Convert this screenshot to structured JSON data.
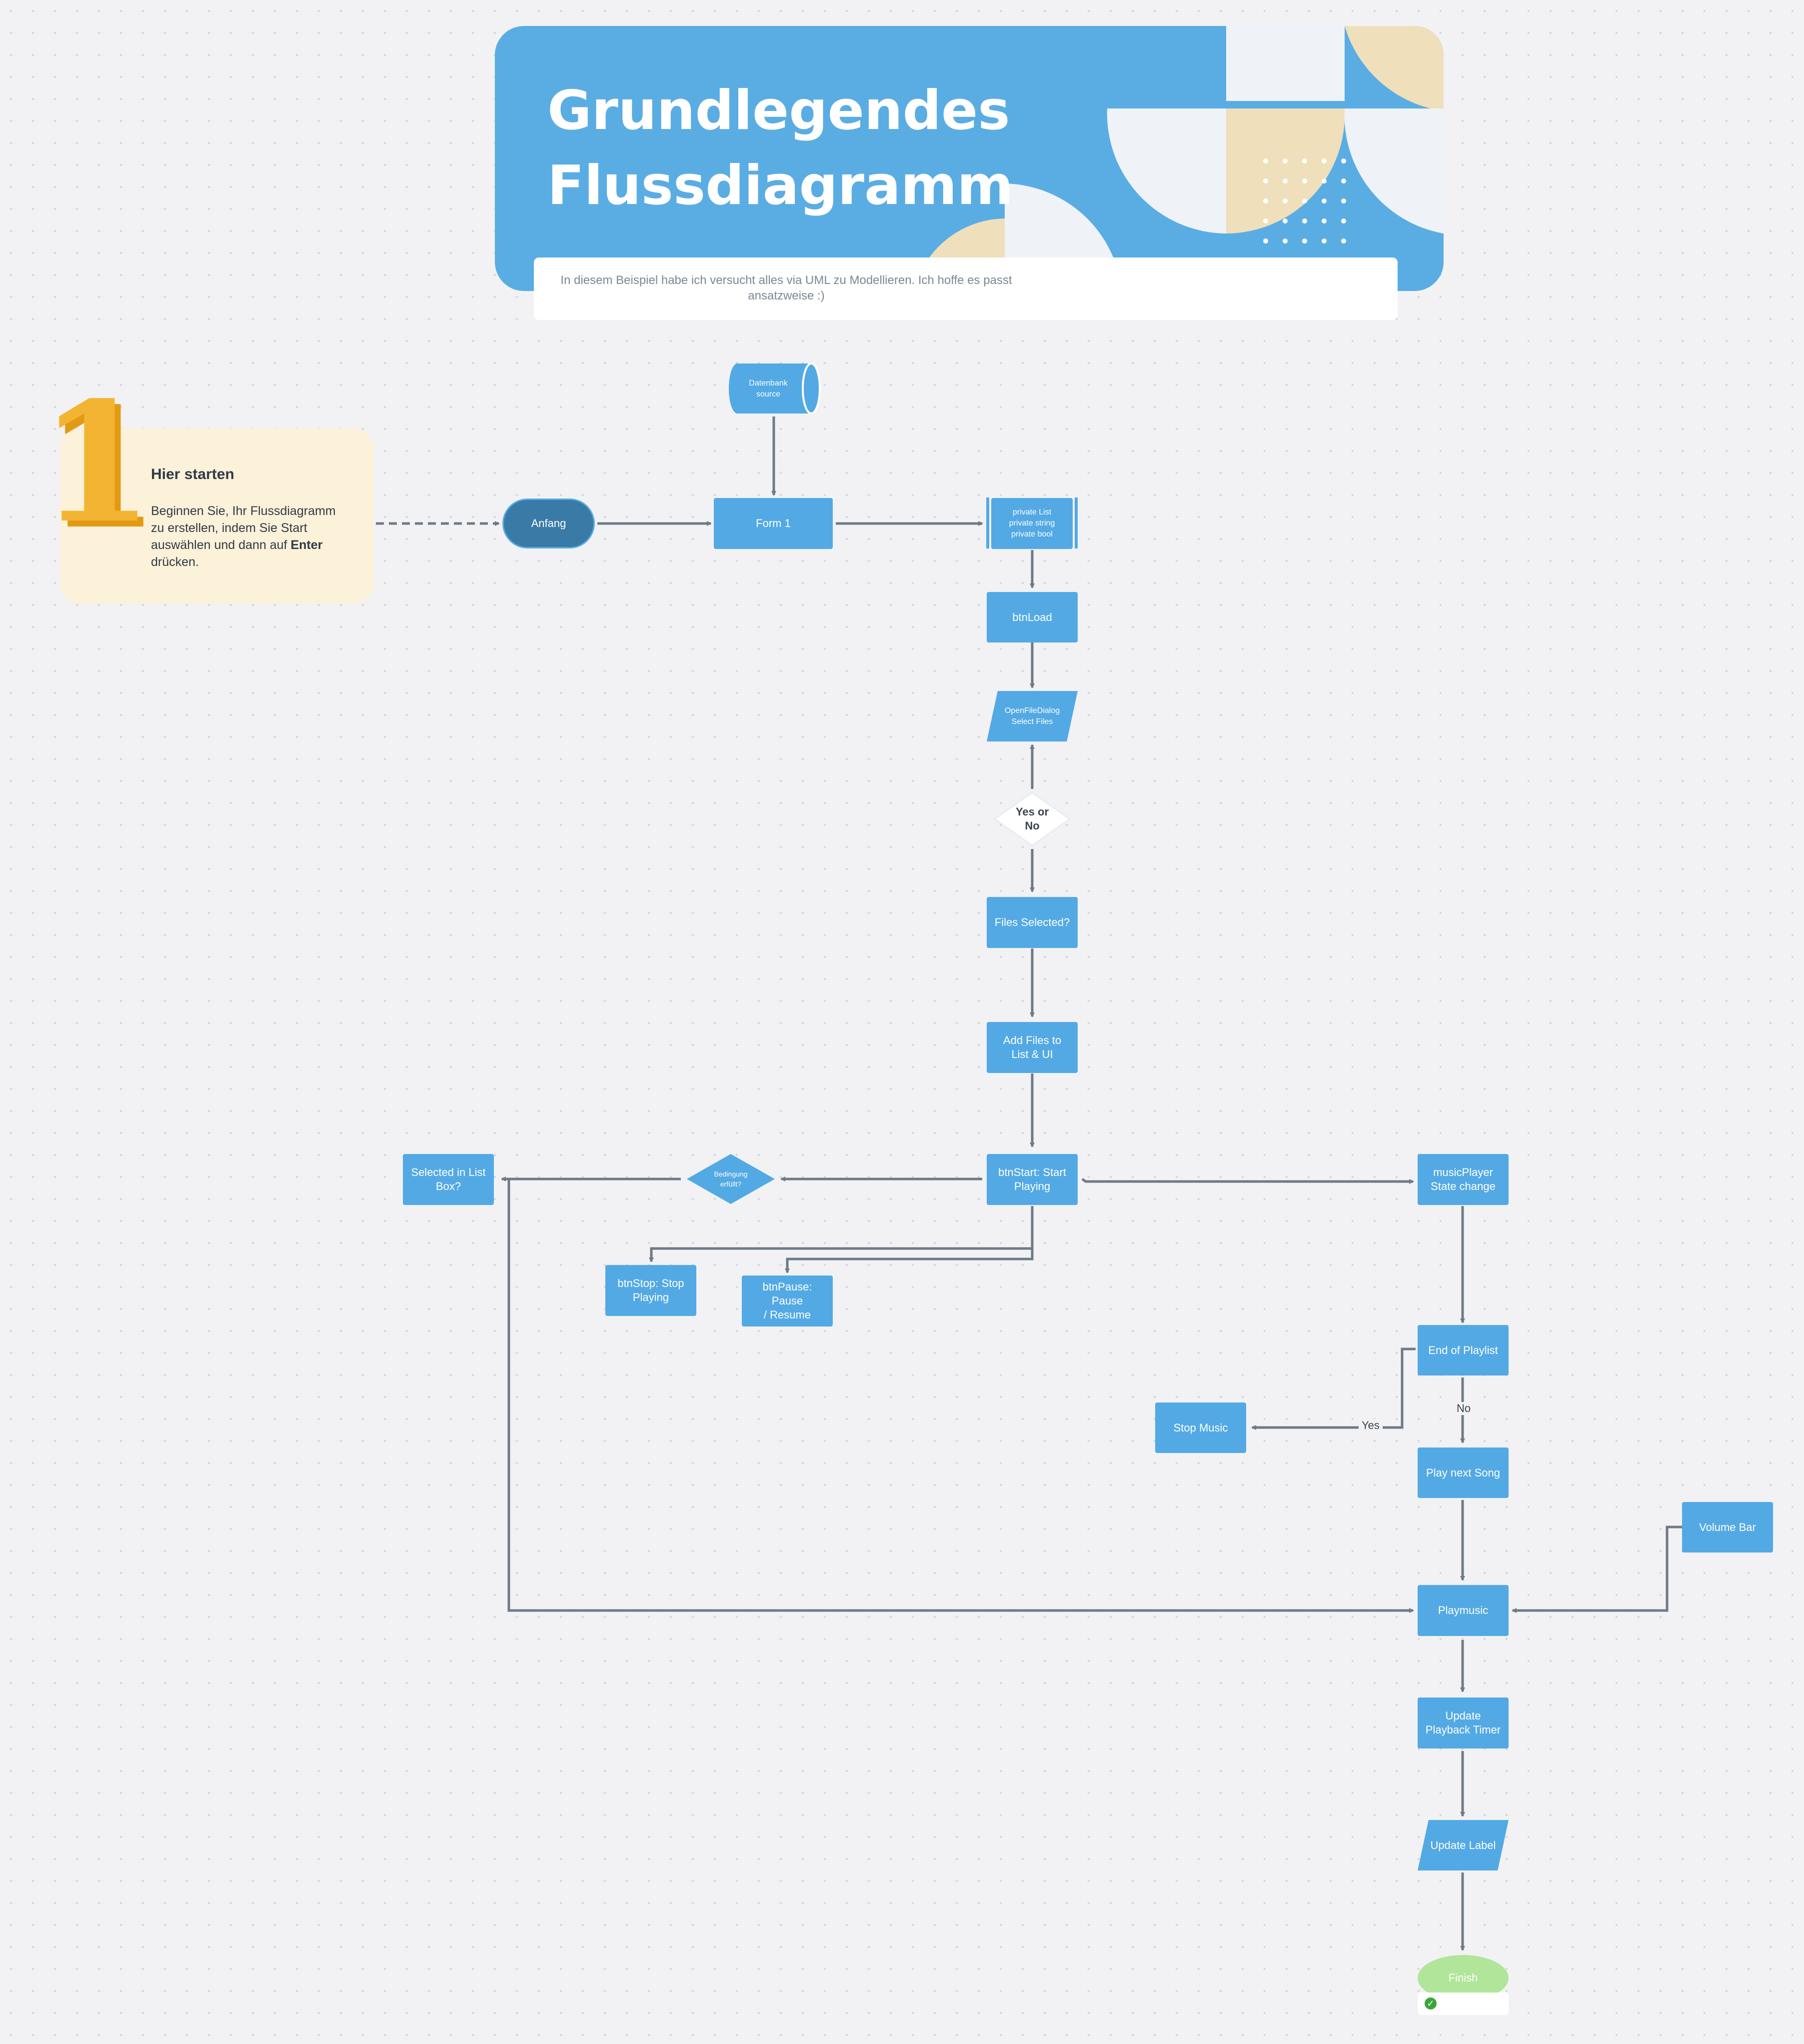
{
  "header": {
    "title_line1": "Grundlegendes",
    "title_line2": "Flussdiagramm",
    "description": "In diesem Beispiel habe ich versucht alles via UML zu Modellieren. Ich hoffe es passt ansatzweise :)"
  },
  "start_card": {
    "number": "1",
    "heading": "Hier starten",
    "body_part1": "Beginnen Sie, Ihr Flussdiagramm zu erstellen, indem Sie Start auswählen und dann auf ",
    "body_bold": "Enter",
    "body_part2": " drücken."
  },
  "nodes": {
    "datenbank": "Datenbank\nsource",
    "anfang": "Anfang",
    "form1": "Form 1",
    "fields": "private List\nprivate string\nprivate bool",
    "btnload": "btnLoad",
    "openfiledialog": "OpenFileDialog\nSelect Files",
    "yes_or_no": "Yes or No",
    "files_selected": "Files Selected?",
    "add_files": "Add Files to\nList & UI",
    "btnstart": "btnStart: Start\nPlaying",
    "selected_listbox": "Selected in List\nBox?",
    "bedingung": "Bedingung\nerfüllt?",
    "btnstop": "btnStop: Stop\nPlaying",
    "btnpause": "btnPause: Pause\n/ Resume",
    "musicplayer": "musicPlayer\nState change",
    "end_of_playlist": "End of Playlist",
    "stop_music": "Stop Music",
    "play_next": "Play next Song",
    "volume_bar": "Volume Bar",
    "playmusic": "Playmusic",
    "update_timer": "Update\nPlayback Timer",
    "update_label": "Update Label",
    "finish": "Finish"
  },
  "edge_labels": {
    "yes": "Yes",
    "no": "No"
  },
  "colors": {
    "node_blue": "#53a9e4",
    "anfang_blue": "#3a7aa6",
    "header_blue": "#5aade3",
    "finish_green": "#b1e59a",
    "edge_gray": "#6e7a87",
    "accent_orange": "#f4b433",
    "accent_beige": "#efdfbb"
  }
}
